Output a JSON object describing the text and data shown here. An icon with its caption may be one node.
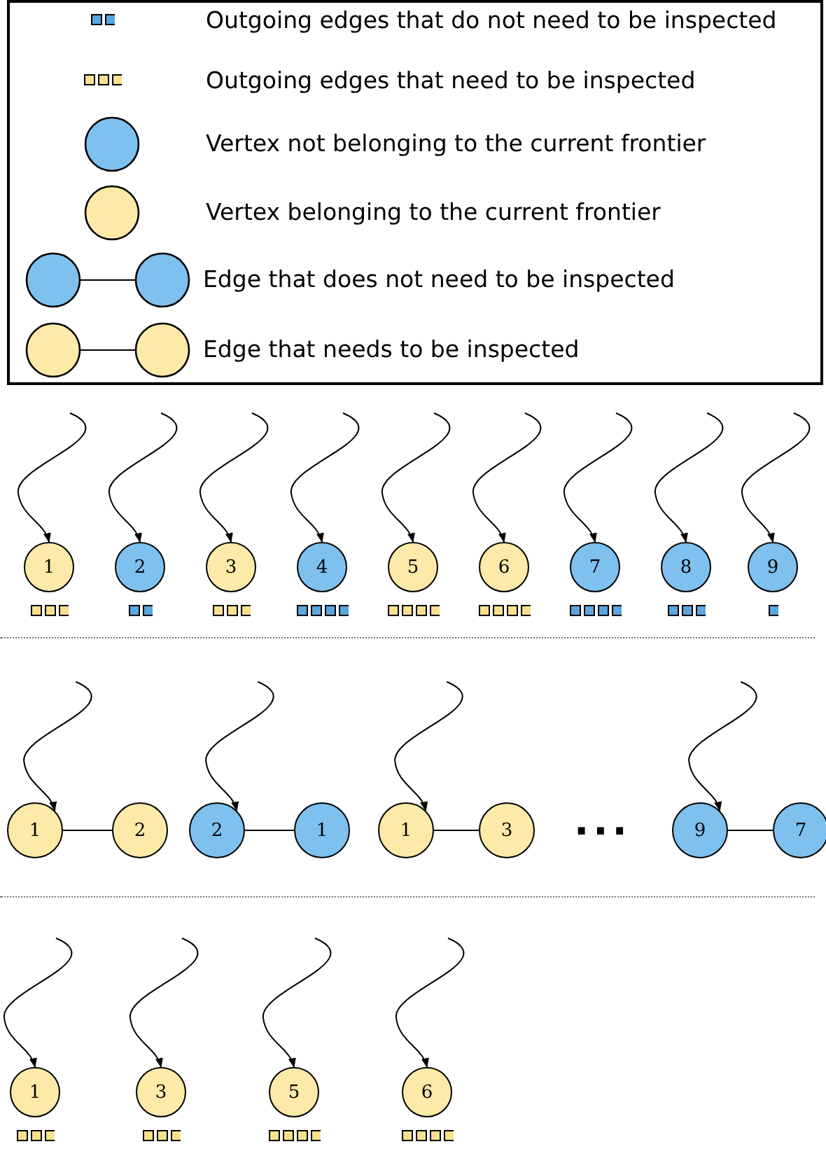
{
  "diagram": {
    "nodes": [
      {
        "text": [
          "1"
        ]
      },
      {
        "text": [
          "2"
        ]
      },
      {
        "text": [
          "3"
        ]
      },
      {
        "text": [
          "4"
        ]
      },
      {
        "text": [
          "5"
        ]
      },
      {
        "text": [
          "6"
        ]
      },
      {
        "text": [
          "7"
        ]
      },
      {
        "text": [
          "8"
        ]
      },
      {
        "text": [
          "9"
        ]
      },
      {
        "text": [
          "1"
        ]
      },
      {
        "text": [
          "2"
        ]
      },
      {
        "text": [
          "2"
        ]
      },
      {
        "text": [
          "1"
        ]
      },
      {
        "text": [
          "1"
        ]
      },
      {
        "text": [
          "3"
        ]
      },
      {
        "text": [
          "9"
        ]
      },
      {
        "text": [
          "7"
        ]
      },
      {
        "text": [
          "1"
        ]
      },
      {
        "text": [
          "3"
        ]
      },
      {
        "text": [
          "5"
        ]
      },
      {
        "text": [
          "6"
        ]
      }
    ],
    "edges": [
      {
        "from": null,
        "to": 0,
        "arrow": "to"
      },
      {
        "from": null,
        "to": 1,
        "arrow": "to"
      },
      {
        "from": null,
        "to": 2,
        "arrow": "to"
      },
      {
        "from": null,
        "to": 3,
        "arrow": "to"
      },
      {
        "from": null,
        "to": 4,
        "arrow": "to"
      },
      {
        "from": null,
        "to": 5,
        "arrow": "to"
      },
      {
        "from": null,
        "to": 6,
        "arrow": "to"
      },
      {
        "from": null,
        "to": 7,
        "arrow": "to"
      },
      {
        "from": null,
        "to": 8,
        "arrow": "to"
      },
      {
        "from": null,
        "to": 9,
        "arrow": "to"
      },
      {
        "from": null,
        "to": 11,
        "arrow": "to"
      },
      {
        "from": null,
        "to": 13,
        "arrow": "to"
      },
      {
        "from": null,
        "to": 15,
        "arrow": "to"
      },
      {
        "from": 9,
        "to": 10,
        "arrow": "none"
      },
      {
        "from": 11,
        "to": 12,
        "arrow": "none"
      },
      {
        "from": 13,
        "to": 14,
        "arrow": "none"
      },
      {
        "from": 15,
        "to": 16,
        "arrow": "none"
      },
      {
        "from": null,
        "to": 17,
        "arrow": "to"
      },
      {
        "from": null,
        "to": 18,
        "arrow": "to"
      },
      {
        "from": null,
        "to": 19,
        "arrow": "to"
      },
      {
        "from": null,
        "to": 20,
        "arrow": "to"
      }
    ],
    "labels": [
      "..."
    ],
    "legend": [
      {
        "text": "Outgoing edges that do not need to be inspected"
      },
      {
        "text": "Outgoing edges that need to be inspected"
      },
      {
        "text": "Vertex not belonging to the current frontier"
      },
      {
        "text": "Vertex belonging to the current frontier"
      },
      {
        "text": "Edge that does not need to be inspected"
      },
      {
        "text": "Edge that needs to be inspected"
      }
    ]
  }
}
